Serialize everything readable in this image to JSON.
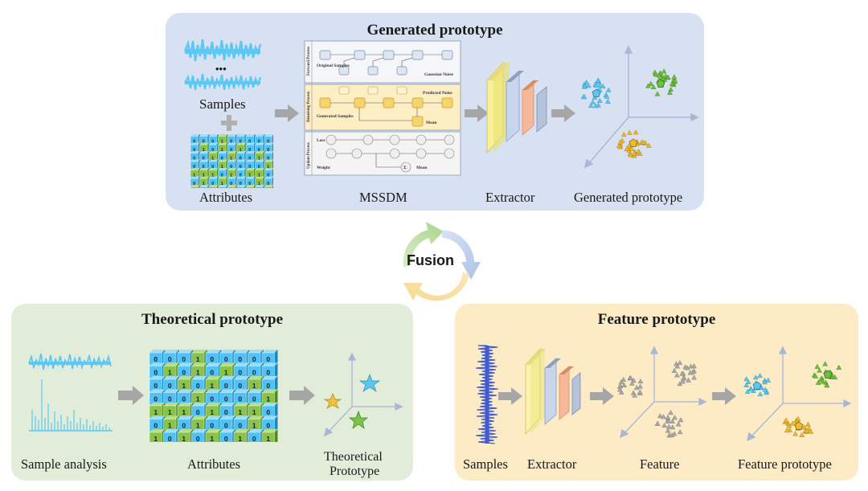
{
  "generated": {
    "title": "Generated prototype",
    "samples_label": "Samples",
    "dots": "•••",
    "attributes_label": "Attributes",
    "mssdm_label": "MSSDM",
    "extractor_label": "Extractor",
    "output_label": "Generated prototype",
    "mssdm": {
      "forward_title": "Forward Process",
      "denoising_title": "Denoising Process",
      "update_title": "Update Process",
      "original_samples": "Original Samples",
      "gaussian_noise": "Gaussian Noise",
      "predicted_noise": "Predicted Noise",
      "generated_samples": "Generated Samples",
      "mean1": "Mean",
      "loss": "Loss",
      "weight": "Weight",
      "mean2": "Mean",
      "sum": "Σ"
    }
  },
  "fusion": {
    "label": "Fusion"
  },
  "theoretical": {
    "title": "Theoretical prototype",
    "analysis_label": "Sample analysis",
    "attributes_label": "Attributes",
    "prototype_label_line1": "Theoretical",
    "prototype_label_line2": "Prototype",
    "grid_rows": [
      [
        "0",
        "0",
        "0",
        "1",
        "0",
        "0",
        "0",
        "0",
        "0"
      ],
      [
        "0",
        "1",
        "0",
        "1",
        "0",
        "1",
        "0",
        "0",
        "0"
      ],
      [
        "0",
        "0",
        "1",
        "0",
        "1",
        "0",
        "0",
        "1",
        "0"
      ],
      [
        "0",
        "0",
        "0",
        "1",
        "0",
        "0",
        "0",
        "0",
        "1"
      ],
      [
        "1",
        "1",
        "1",
        "0",
        "1",
        "0",
        "1",
        "1",
        "0"
      ],
      [
        "0",
        "1",
        "0",
        "1",
        "0",
        "0",
        "0",
        "1",
        "0"
      ],
      [
        "1",
        "0",
        "1",
        "0",
        "1",
        "0",
        "1",
        "0",
        "1"
      ],
      [
        "0",
        "0",
        "0",
        "1",
        "0",
        "1",
        "0",
        "0",
        "0"
      ]
    ]
  },
  "feature": {
    "title": "Feature prototype",
    "samples_label": "Samples",
    "extractor_label": "Extractor",
    "feature_label": "Feature",
    "prototype_label": "Feature prototype"
  },
  "colors": {
    "generated_bg": "#d8e1f1",
    "theoretical_bg": "#e2edd9",
    "feature_bg": "#fcebc4",
    "signal": "#5bc8f5",
    "cube_blue": "#4fc3f7",
    "cube_green": "#8bc34a",
    "arrow_gray": "#a6a6a6"
  }
}
